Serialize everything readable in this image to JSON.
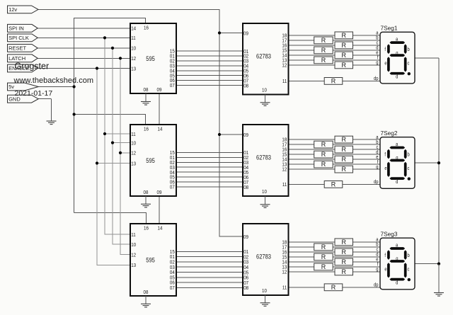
{
  "annotations": {
    "author": "Grogster",
    "website": "www.thebackshed.com",
    "date": "2021-01-17",
    "color": "#9e3939"
  },
  "input_flags": [
    {
      "label": "12v"
    },
    {
      "label": "SPI IN"
    },
    {
      "label": "SPI CLK"
    },
    {
      "label": "RESET"
    },
    {
      "label": "LATCH"
    },
    {
      "label": "ENABLE"
    },
    {
      "label": "5v"
    },
    {
      "label": "GND"
    }
  ],
  "shift_registers": [
    {
      "name": "595",
      "top_pins": [
        "16"
      ],
      "left_pins": [
        "14",
        "11",
        "10",
        "12",
        "13"
      ],
      "right_pins": [
        "15",
        "01",
        "02",
        "03",
        "04",
        "05",
        "06",
        "07"
      ],
      "bottom_pins": [
        "08",
        "09"
      ]
    },
    {
      "name": "595",
      "top_pins": [
        "16",
        "14"
      ],
      "left_pins": [
        "11",
        "10",
        "12",
        "13"
      ],
      "right_pins": [
        "15",
        "01",
        "02",
        "03",
        "04",
        "05",
        "06",
        "07"
      ],
      "bottom_pins": [
        "08",
        "09"
      ]
    },
    {
      "name": "595",
      "top_pins": [
        "16",
        "14"
      ],
      "left_pins": [
        "11",
        "10",
        "12",
        "13"
      ],
      "right_pins": [
        "15",
        "01",
        "02",
        "03",
        "04",
        "05",
        "06",
        "07"
      ],
      "bottom_pins": [
        "08"
      ]
    }
  ],
  "driver_ics": [
    {
      "name": "62783",
      "top_left_pin": "09",
      "left_pins": [
        "01",
        "02",
        "03",
        "04",
        "05",
        "06",
        "07",
        "08"
      ],
      "right_pins": [
        "18",
        "17",
        "16",
        "15",
        "14",
        "13",
        "12"
      ],
      "lower_right_pin": "11",
      "bottom_pin": "10"
    },
    {
      "name": "62783",
      "top_left_pin": "09",
      "left_pins": [
        "01",
        "02",
        "03",
        "04",
        "05",
        "06",
        "07",
        "08"
      ],
      "right_pins": [
        "18",
        "17",
        "16",
        "15",
        "14",
        "13",
        "12"
      ],
      "lower_right_pin": "11",
      "bottom_pin": "10"
    },
    {
      "name": "62783",
      "top_left_pin": "09",
      "left_pins": [
        "01",
        "02",
        "03",
        "04",
        "05",
        "06",
        "07",
        "08"
      ],
      "right_pins": [
        "18",
        "17",
        "16",
        "15",
        "14",
        "13",
        "12"
      ],
      "lower_right_pin": "11",
      "bottom_pin": "10"
    }
  ],
  "resistor_label": "R",
  "displays": [
    {
      "name": "7Seg1",
      "pin_labels": [
        "a",
        "b",
        "c",
        "d",
        "e",
        "f",
        "g",
        "dp"
      ],
      "segment_labels": [
        "a",
        "b",
        "c",
        "d",
        "e",
        "f",
        "g"
      ]
    },
    {
      "name": "7Seg2",
      "pin_labels": [
        "a",
        "b",
        "c",
        "d",
        "e",
        "f",
        "g",
        "dp"
      ],
      "segment_labels": [
        "a",
        "b",
        "c",
        "d",
        "e",
        "f",
        "g"
      ]
    },
    {
      "name": "7Seg3",
      "pin_labels": [
        "a",
        "b",
        "c",
        "d",
        "e",
        "f",
        "g",
        "dp"
      ],
      "segment_labels": [
        "a",
        "b",
        "c",
        "d",
        "e",
        "f",
        "g"
      ]
    }
  ]
}
